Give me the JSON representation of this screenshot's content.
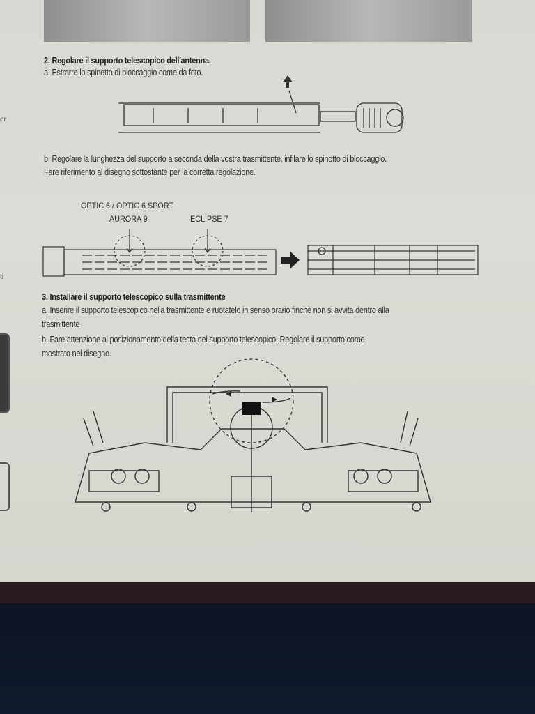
{
  "section2": {
    "title": "2. Regolare il supporto telescopico dell'antenna.",
    "step_a": "a.  Estrarre lo spinetto di bloccaggio come da foto.",
    "step_b_line1": "b. Regolare la lunghezza del supporto a seconda della vostra trasmittente, infilare lo spinotto di bloccaggio.",
    "step_b_line2": "Fare riferimento al disegno sottostante per la corretta regolazione."
  },
  "diagram_labels": {
    "optic": "OPTIC 6 / OPTIC 6 SPORT",
    "aurora": "AURORA 9",
    "eclipse": "ECLIPSE 7"
  },
  "section3": {
    "title": "3. Installare il supporto telescopico sulla trasmittente",
    "step_a_line1": "a. Inserire il supporto telescopico nella trasmittente e ruotatelo in senso orario finchè non si avvita dentro alla",
    "step_a_line2": "trasmittente",
    "step_b_line1": "b.  Fare attenzione al posizionamento della testa del supporto telescopico. Regolare il supporto come",
    "step_b_line2": "mostrato nel disegno."
  },
  "margin_fragments": {
    "left_top": "er",
    "left_mid": "ti"
  }
}
